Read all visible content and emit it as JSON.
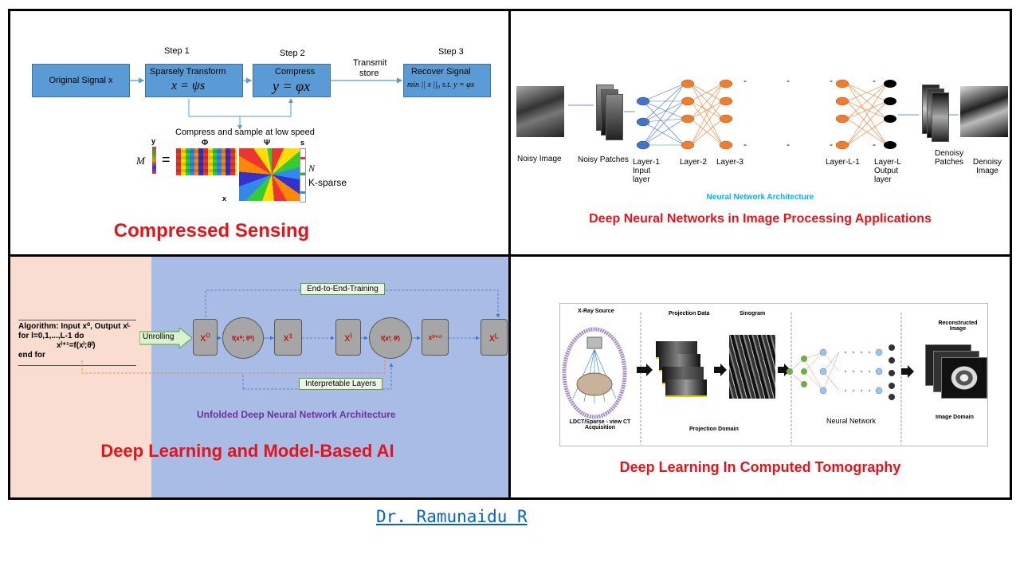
{
  "compressed_sensing": {
    "title": "Compressed Sensing",
    "step1": "Step 1",
    "step2": "Step 2",
    "step3": "Step 3",
    "original_signal": "Original Signal x",
    "sparsely_transform": "Sparsely Transform",
    "sparse_eq": "x = ψs",
    "compress": "Compress",
    "compress_eq": "y = φx",
    "transmit": "Transmit",
    "store": "store",
    "recover": "Recover Signal",
    "recover_eq": "min || x ||₀ s.t. y = φx",
    "low_speed": "Compress and sample at low speed",
    "sym_y": "y",
    "sym_phi": "Φ",
    "sym_psi": "Ψ",
    "sym_s": "s",
    "sym_M": "M",
    "sym_eq": "=",
    "sym_N": "N",
    "sym_K": "K-sparse",
    "sym_x": "x"
  },
  "dnn": {
    "title": "Deep Neural Networks in Image Processing Applications",
    "subtitle": "Neural Network Architecture",
    "noisy_image": "Noisy Image",
    "noisy_patches": "Noisy Patches",
    "layer1": "Layer-1 Input layer",
    "layer2": "Layer-2",
    "layer3": "Layer-3",
    "layerL1": "Layer-L-1",
    "layerL": "Layer-L Output layer",
    "denoisy_patches": "Denoisy Patches",
    "denoisy_image": "Denoisy Image",
    "dashes": "-   -   -   -"
  },
  "unfolded": {
    "title": "Deep Learning and Model-Based AI",
    "subtitle": "Unfolded Deep Neural Network Architecture",
    "end_to_end": "End-to-End-Training",
    "interpretable": "Interpretable Layers",
    "unrolling": "Unrolling",
    "algo_line1": "Algorithm: Input x⁰, Output xᴸ",
    "algo_line2": "for l=0,1,...,L-1 do",
    "algo_line3": "xˡ⁺¹=f(xˡ;θˡ)",
    "algo_line4": "end for",
    "x0": "x⁰",
    "f0": "f(x⁰; θ⁰)",
    "x1": "x¹",
    "xl": "xˡ",
    "fl": "f(xˡ; θˡ)",
    "xl1": "x⁽ˡ⁺¹⁾",
    "xL": "xᴸ"
  },
  "ct": {
    "title": "Deep Learning In Computed Tomography",
    "xray": "X-Ray Source",
    "projection_data": "Projection Data",
    "sinogram": "Sinogram",
    "reconstructed": "Reconstructed Image",
    "ldct": "LDCT/Sparse - view CT Acquisition",
    "projection_domain": "Projection Domain",
    "neural_network": "Neural Network",
    "image_domain": "Image Domain"
  },
  "footer": {
    "author": "Dr. Ramunaidu R"
  },
  "colors": {
    "title_red": "#e4141b",
    "box_blue": "#5b9bd5",
    "node_orange": "#ed7d31",
    "node_blue": "#4472c4",
    "purple": "#7030a0",
    "link_blue": "#0563c1"
  }
}
